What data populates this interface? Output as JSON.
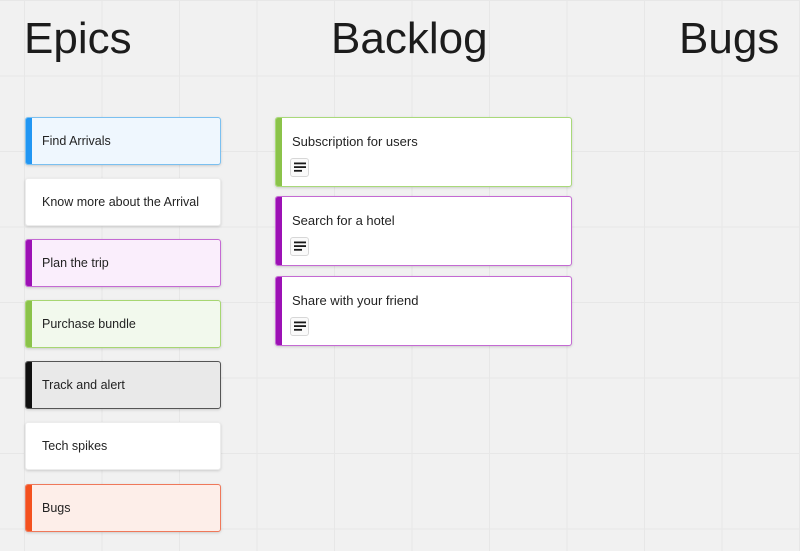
{
  "board": {
    "background_color": "#f1f1f1",
    "grid_line_color": "#e7e7e7"
  },
  "columns": [
    {
      "id": "epics",
      "title": "Epics",
      "cards": [
        {
          "title": "Find Arrivals",
          "accent_color": "#2196f3",
          "background_color": "#eff7fe",
          "border_color": "#7bc0f0",
          "has_accent": true,
          "has_note_icon": false
        },
        {
          "title": "Know more about the Arrival",
          "accent_color": "",
          "background_color": "#ffffff",
          "border_color": "#ececec",
          "has_accent": false,
          "has_note_icon": false
        },
        {
          "title": "Plan the trip",
          "accent_color": "#9c11b5",
          "background_color": "#faeefc",
          "border_color": "#c46ad3",
          "has_accent": true,
          "has_note_icon": false
        },
        {
          "title": "Purchase bundle",
          "accent_color": "#8bc34a",
          "background_color": "#f2f9ed",
          "border_color": "#a7d672",
          "has_accent": true,
          "has_note_icon": false
        },
        {
          "title": "Track and alert",
          "accent_color": "#101010",
          "background_color": "#e9e9e9",
          "border_color": "#555555",
          "has_accent": true,
          "has_note_icon": false
        },
        {
          "title": "Tech spikes",
          "accent_color": "",
          "background_color": "#ffffff",
          "border_color": "#ececec",
          "has_accent": false,
          "has_note_icon": false
        },
        {
          "title": "Bugs",
          "accent_color": "#f4511e",
          "background_color": "#fdeee9",
          "border_color": "#ef785a",
          "has_accent": true,
          "has_note_icon": false
        }
      ]
    },
    {
      "id": "backlog",
      "title": "Backlog",
      "cards": [
        {
          "title": "Subscription for users",
          "accent_color": "#8bc34a",
          "background_color": "#ffffff",
          "border_color": "#a9d97a",
          "has_accent": true,
          "has_note_icon": true,
          "note_icon_name": "description-icon"
        },
        {
          "title": "Search for a hotel",
          "accent_color": "#9c11b5",
          "background_color": "#ffffff",
          "border_color": "#c46ad3",
          "has_accent": true,
          "has_note_icon": true,
          "note_icon_name": "description-icon"
        },
        {
          "title": "Share with your friend",
          "accent_color": "#9c11b5",
          "background_color": "#ffffff",
          "border_color": "#c46ad3",
          "has_accent": true,
          "has_note_icon": true,
          "note_icon_name": "description-icon"
        }
      ]
    },
    {
      "id": "bugs",
      "title": "Bugs",
      "cards": []
    }
  ]
}
